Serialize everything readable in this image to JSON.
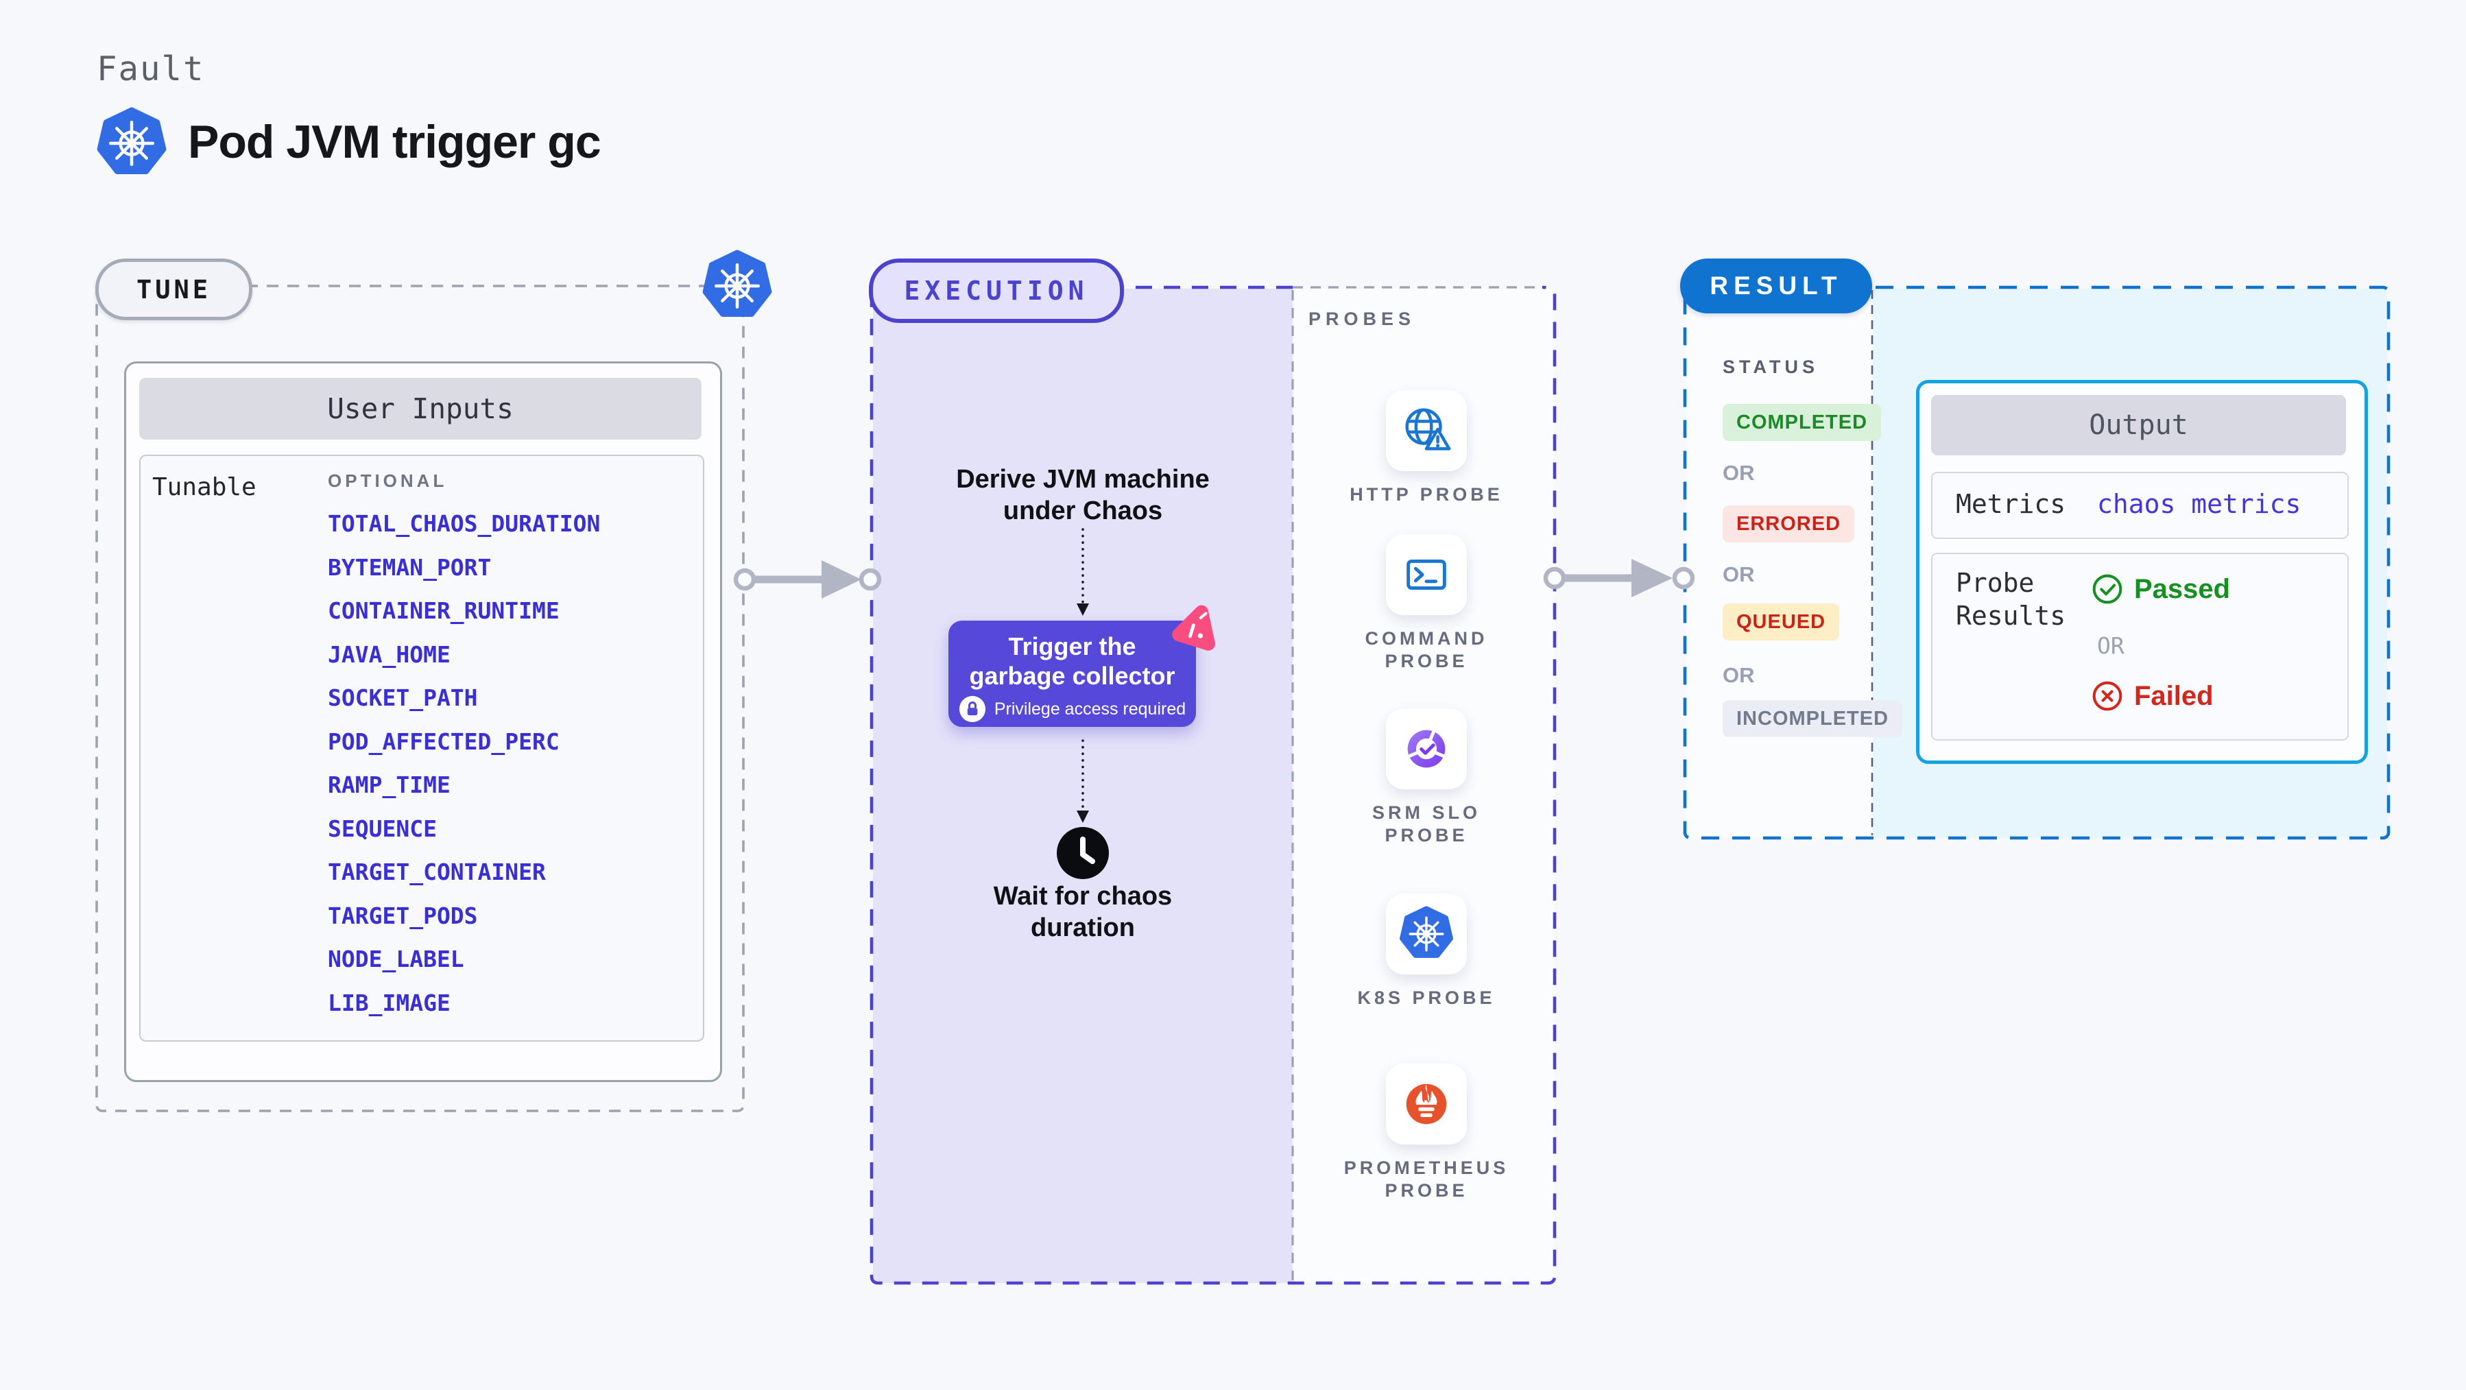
{
  "header": {
    "eyebrow": "Fault",
    "title": "Pod JVM trigger gc"
  },
  "tune": {
    "pill_label": "TUNE",
    "card_title": "User Inputs",
    "row_label": "Tunable",
    "column_header": "OPTIONAL",
    "params": [
      "TOTAL_CHAOS_DURATION",
      "BYTEMAN_PORT",
      "CONTAINER_RUNTIME",
      "JAVA_HOME",
      "SOCKET_PATH",
      "POD_AFFECTED_PERC",
      "RAMP_TIME",
      "SEQUENCE",
      "TARGET_CONTAINER",
      "TARGET_PODS",
      "NODE_LABEL",
      "LIB_IMAGE"
    ]
  },
  "execution": {
    "pill_label": "EXECUTION",
    "derive_step": "Derive JVM machine under Chaos",
    "trigger_step": "Trigger the garbage collector",
    "trigger_note": "Privilege access required",
    "wait_step": "Wait for chaos duration"
  },
  "probes": {
    "heading": "PROBES",
    "items": [
      {
        "icon": "http-probe-icon",
        "label": "HTTP PROBE"
      },
      {
        "icon": "command-probe-icon",
        "label": "COMMAND PROBE"
      },
      {
        "icon": "srm-slo-probe-icon",
        "label": "SRM SLO PROBE"
      },
      {
        "icon": "k8s-probe-icon",
        "label": "K8S PROBE"
      },
      {
        "icon": "prometheus-probe-icon",
        "label": "PROMETHEUS PROBE"
      }
    ]
  },
  "result": {
    "pill_label": "RESULT",
    "status_heading": "STATUS",
    "or_label": "OR",
    "statuses": [
      {
        "label": "COMPLETED",
        "text_color": "#1D8927",
        "bg_color": "#D9F0DA"
      },
      {
        "label": "ERRORED",
        "text_color": "#CB2318",
        "bg_color": "#FBE6E4"
      },
      {
        "label": "QUEUED",
        "text_color": "#CB2318",
        "bg_color": "#FDEEC5"
      },
      {
        "label": "INCOMPLETED",
        "text_color": "#747A8E",
        "bg_color": "#EBEDF4"
      }
    ],
    "output": {
      "title": "Output",
      "metrics_label": "Metrics",
      "metrics_value": "chaos metrics",
      "probe_results_label": "Probe Results",
      "passed_label": "Passed",
      "or_label": "OR",
      "failed_label": "Failed"
    }
  },
  "colors": {
    "page_bg": "#F7F8FC",
    "execution_accent": "#4B42CE",
    "execution_fill": "#E4E2F9",
    "result_accent": "#1173D0",
    "output_border": "#15A3E0",
    "param_link": "#3A2FD2",
    "kubernetes_blue": "#326CE5",
    "probe_icon_blue": "#1B76D2",
    "success_green": "#169020",
    "fail_red": "#D2271C",
    "chaos_pink": "#F94D7F",
    "prometheus_orange": "#E6522C",
    "srm_purple": "#7B3BEC",
    "trigger_bg": "#5649DA",
    "arrow_gray": "#B2B5C3"
  }
}
